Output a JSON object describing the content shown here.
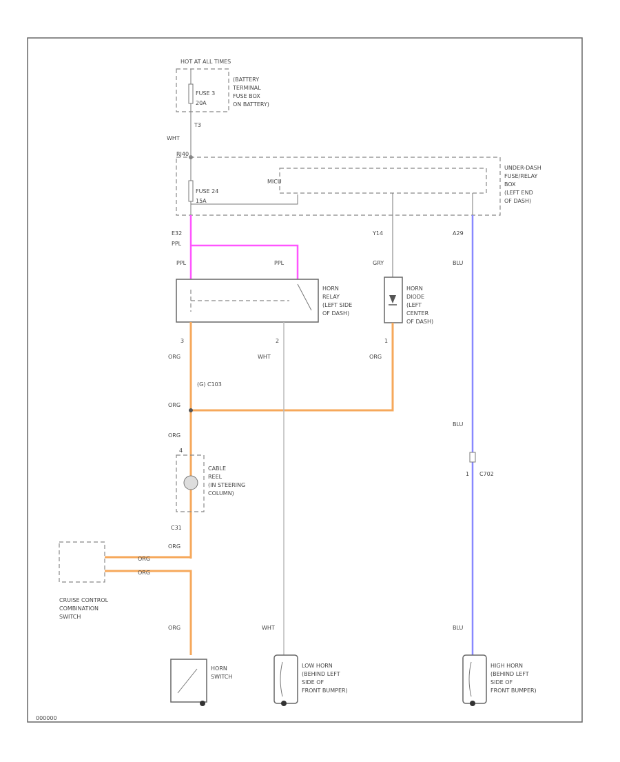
{
  "colors": {
    "ppl": "#ff55ff",
    "org": "#f6a85b",
    "blu": "#8888ff",
    "wht": "#bbbbbb",
    "line": "#777777",
    "border": "#666666"
  },
  "labels": {
    "hot_at_all_times": "HOT AT ALL TIMES",
    "fuse_main": "FUSE 3",
    "fuse_main_amp": "20A",
    "battery_fusebox": [
      "(BATTERY",
      "TERMINAL",
      "FUSE BOX",
      "ON BATTERY)"
    ],
    "t3": "T3",
    "wht_top": "WHT",
    "rj40": "RJ40",
    "underdash": [
      "UNDER-DASH",
      "FUSE/RELAY",
      "BOX",
      "(LEFT END",
      "OF DASH)"
    ],
    "micu": "MICU",
    "fuse24": "FUSE 24",
    "fuse24_amp": "15A",
    "e32": "E32",
    "ppl_1": "PPL",
    "ppl_2": "PPL",
    "ppl_3": "PPL",
    "y14": "Y14",
    "a29": "A29",
    "gry": "GRY",
    "blu_1": "BLU",
    "horn_relay": [
      "HORN",
      "RELAY",
      "(LEFT SIDE",
      "OF DASH)"
    ],
    "horn_diode": [
      "HORN",
      "DIODE",
      "(LEFT",
      "CENTER",
      "OF DASH)"
    ],
    "pin_relay_left": "3",
    "pin_relay_mid": "2",
    "pin_diode": "1",
    "org_1": "ORG",
    "wht_mid": "WHT",
    "org_2": "ORG",
    "c104": "(G) C103",
    "org_3": "ORG",
    "org_4": "ORG",
    "cable_reel_pin": "4",
    "cable_reel": [
      "CABLE",
      "REEL",
      "(IN STEERING",
      "COLUMN)"
    ],
    "c31": "C31",
    "org_5": "ORG",
    "org_6": "ORG",
    "org_7": "ORG",
    "cruise": [
      "CRUISE CONTROL",
      "COMBINATION",
      "SWITCH"
    ],
    "org_8": "ORG",
    "wht_bot": "WHT",
    "blu_2": "BLU",
    "c702": "C702",
    "c702_pin": "1",
    "blu_3": "BLU",
    "horn_switch": [
      "HORN",
      "SWITCH"
    ],
    "low_horn": [
      "LOW HORN",
      "(BEHIND LEFT",
      "SIDE OF",
      "FRONT BUMPER)"
    ],
    "high_horn": [
      "HIGH HORN",
      "(BEHIND LEFT",
      "SIDE OF",
      "FRONT BUMPER)"
    ],
    "page_id": "000000"
  }
}
